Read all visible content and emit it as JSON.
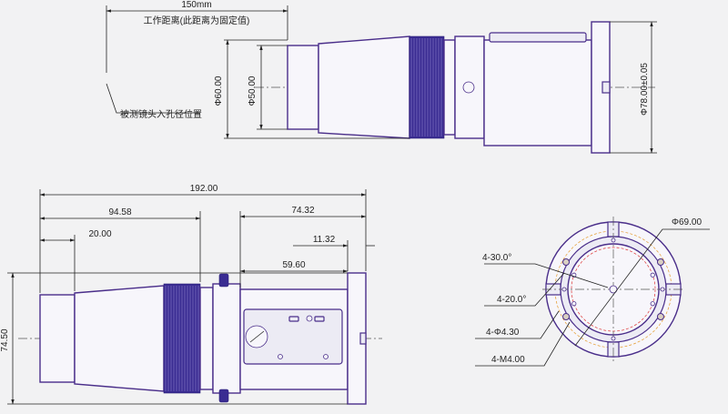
{
  "top_view": {
    "work_distance": "150mm",
    "work_distance_note": "工作距离(此距离为固定值)",
    "hole_position_note": "被测镜头入孔径位置",
    "dia_outer": "Φ60.00",
    "dia_inner": "Φ50.00",
    "dia_flange": "Φ78.00±0.05"
  },
  "side_view": {
    "overall_length": "192.00",
    "len_a": "94.58",
    "len_b": "20.00",
    "len_c": "74.32",
    "len_d": "11.32",
    "len_e": "59.60",
    "height": "74.50"
  },
  "end_view": {
    "dia": "Φ69.00",
    "angle_a": "4-30.0°",
    "angle_b": "4-20.0°",
    "holes_a": "4-Φ4.30",
    "holes_b": "4-M4.00"
  },
  "colors": {
    "body": "#4a2e8a",
    "knurl": "#3a2c92",
    "background": "#f2f2f3"
  }
}
